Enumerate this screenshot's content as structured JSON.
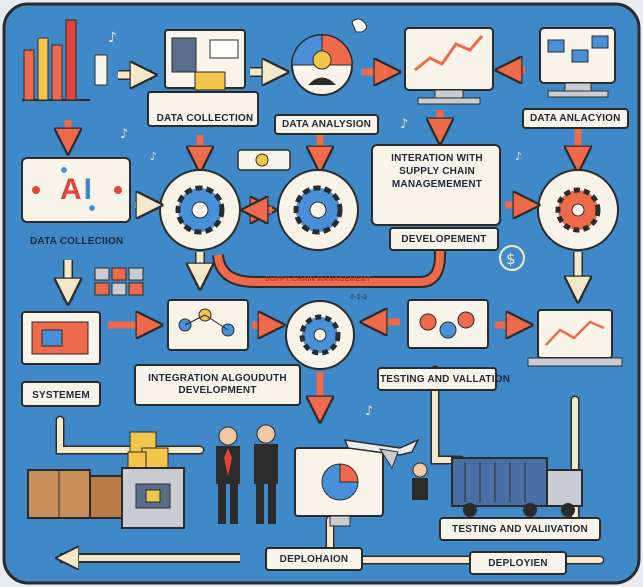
{
  "labels": {
    "data_collection_top": "DATA COLLECTION",
    "data_analysion": "DATA ANALYSION",
    "data_anlacyion": "DATA ANLACYION",
    "ai": "AI",
    "integration_supply_chain": "INTERATION WITH SUPPLY CHAIN MANAGEMEMENT",
    "developement": "DEVELOPEMENT",
    "data_colleciion": "DATA COLLECIION",
    "supply_chain_ribbon": "SUPPY CHAIN MANAGEMEMT",
    "small_code": "0-1-2",
    "systemem": "SYSTEMEM",
    "integration_algorithm": "INTEGRATION ALGOUDUTH DEVELOPMENT",
    "testing_validation_mid": "TESTING AND VALLATION",
    "testing_validation_bottom": "TESTING AND VALIIVATION",
    "deplohaion": "DEPLOHAION",
    "deployien": "DEPLOYIEN"
  },
  "colors": {
    "background": "#3f89c9",
    "card": "#f8f4ea",
    "arrow": "#ef6a4b",
    "outline": "#2b2b2b",
    "gear_blue": "#4a90d9",
    "ai_red": "#e2453a",
    "ai_blue": "#3f89c9"
  },
  "icons": [
    "bar-chart-icon",
    "presentation-board-icon",
    "analytics-person-icon",
    "line-chart-monitor-icon",
    "network-monitor-icon",
    "gear-icon",
    "server-box-icon",
    "boxes-icon",
    "people-icon",
    "airplane-icon",
    "truck-icon",
    "dollar-icon",
    "laptop-chart-icon"
  ]
}
